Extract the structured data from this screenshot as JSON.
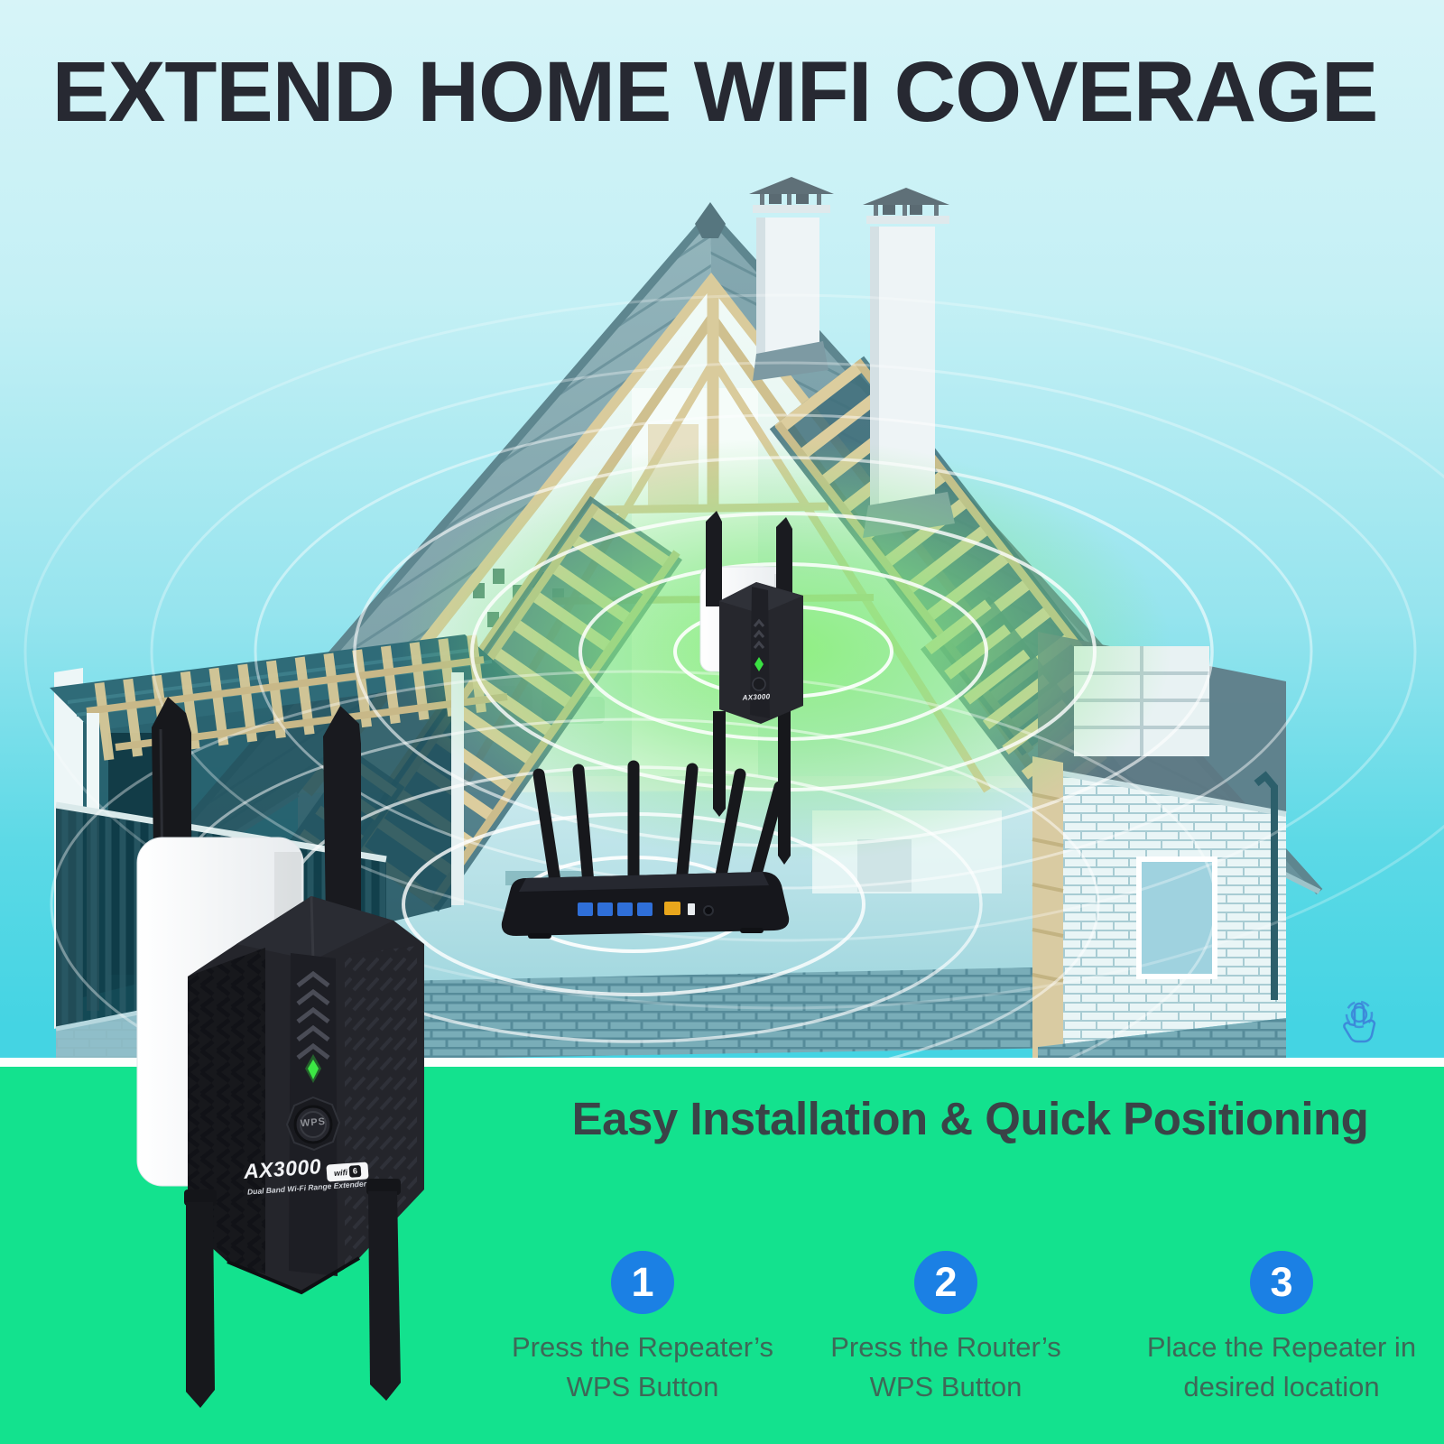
{
  "title": "EXTEND HOME WIFI COVERAGE",
  "hero": {
    "main_repeater": {
      "model": "AX3000",
      "badge_wifi": "wifi",
      "badge_6": "6",
      "subtitle": "Dual Band Wi-Fi Range Extender",
      "wps_label": "WPS"
    },
    "wall_repeater": {
      "model": "AX3000"
    },
    "tap_icon": "tap-hand-icon"
  },
  "steps_section": {
    "heading": "Easy Installation & Quick Positioning",
    "steps": [
      {
        "number": "1",
        "line1": "Press the Repeater’s",
        "line2": "WPS Button"
      },
      {
        "number": "2",
        "line1": "Press the Router’s",
        "line2": "WPS Button"
      },
      {
        "number": "3",
        "line1": "Place the Repeater in",
        "line2": "desired location"
      }
    ]
  },
  "colors": {
    "sky_top": "#d7f4f8",
    "sky_bottom": "#44d4e3",
    "section_green": "#13e28e",
    "divider_white": "#fbfffd",
    "step_circle_blue": "#1b80e4",
    "step_text": "#3e6857",
    "heading_text": "#3a4347",
    "title_text": "#272932",
    "signal_glow_green": "#7fe87d",
    "led_green": "#35e03c",
    "roof_teal": "#7da3ac",
    "rafter_tan": "#dccd9e"
  }
}
